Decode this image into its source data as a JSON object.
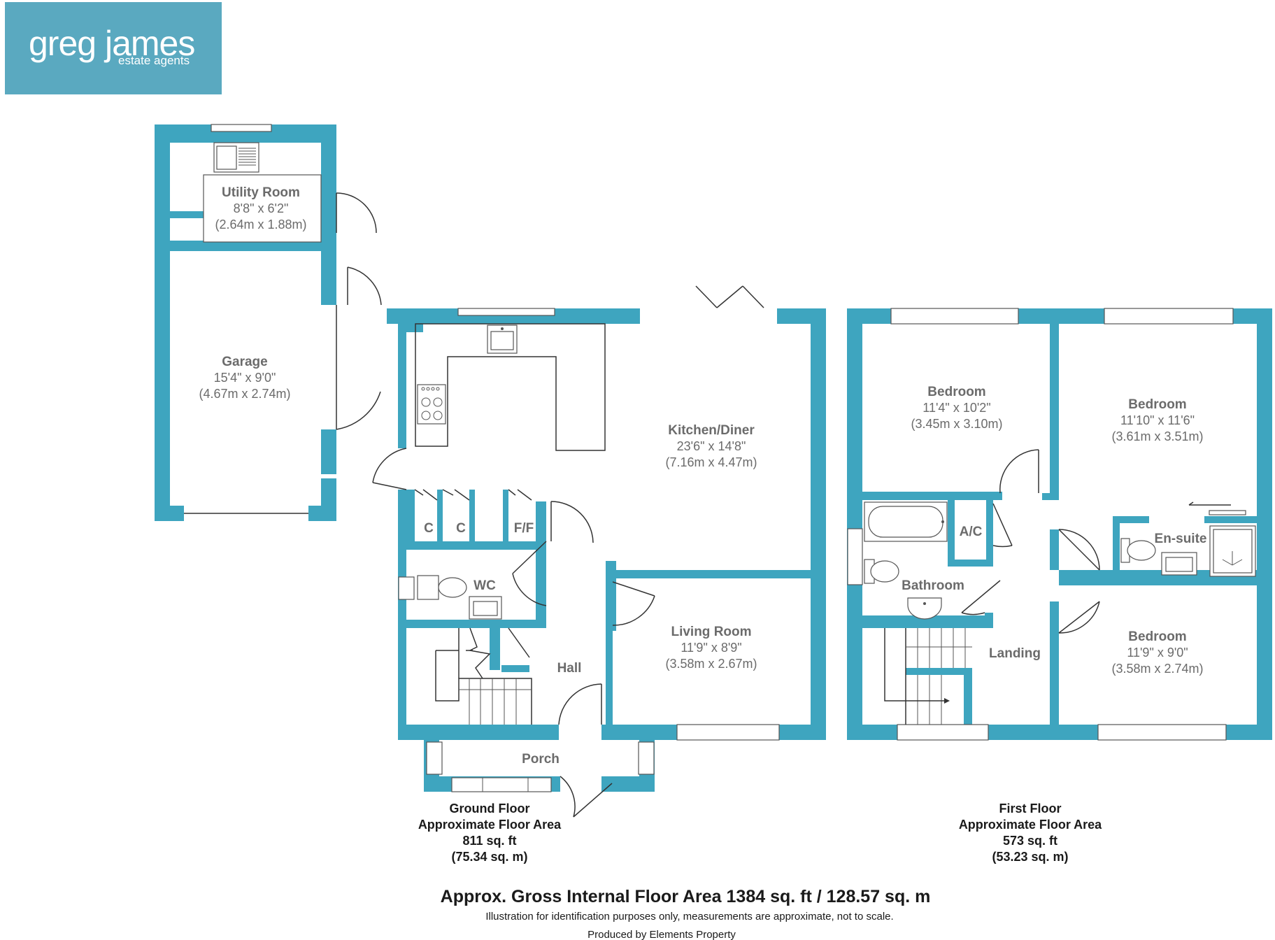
{
  "logo": {
    "name": "greg james",
    "sub": "estate agents"
  },
  "colors": {
    "wall": "#3ea5bf",
    "logo_bg": "#5aa9c0",
    "text": "#6b6b6b"
  },
  "rooms": {
    "utility": {
      "name": "Utility Room",
      "dim_imperial": "8'8\" x 6'2\"",
      "dim_metric": "(2.64m x 1.88m)"
    },
    "garage": {
      "name": "Garage",
      "dim_imperial": "15'4\" x 9'0\"",
      "dim_metric": "(4.67m x 2.74m)"
    },
    "kitchen": {
      "name": "Kitchen/Diner",
      "dim_imperial": "23'6\" x 14'8\"",
      "dim_metric": "(7.16m x 4.47m)"
    },
    "living": {
      "name": "Living Room",
      "dim_imperial": "11'9\" x 8'9\"",
      "dim_metric": "(3.58m x 2.67m)"
    },
    "bed1": {
      "name": "Bedroom",
      "dim_imperial": "11'4\" x 10'2\"",
      "dim_metric": "(3.45m x 3.10m)"
    },
    "bed2": {
      "name": "Bedroom",
      "dim_imperial": "11'10\" x 11'6\"",
      "dim_metric": "(3.61m x 3.51m)"
    },
    "bed3": {
      "name": "Bedroom",
      "dim_imperial": "11'9\" x 9'0\"",
      "dim_metric": "(3.58m x 2.74m)"
    }
  },
  "labels": {
    "wc": "WC",
    "hall": "Hall",
    "porch": "Porch",
    "c1": "C",
    "c2": "C",
    "ff": "F/F",
    "bathroom": "Bathroom",
    "ac": "A/C",
    "ensuite": "En-suite",
    "landing": "Landing"
  },
  "floors": {
    "ground": {
      "l1": "Ground Floor",
      "l2": "Approximate Floor Area",
      "l3": "811 sq. ft",
      "l4": "(75.34 sq. m)"
    },
    "first": {
      "l1": "First Floor",
      "l2": "Approximate Floor Area",
      "l3": "573 sq. ft",
      "l4": "(53.23 sq. m)"
    }
  },
  "footer": {
    "gross": "Approx. Gross Internal Floor Area 1384 sq. ft / 128.57 sq. m",
    "disclaimer": "Illustration for identification purposes only, measurements are approximate, not to scale.",
    "producer": "Produced by Elements Property"
  }
}
